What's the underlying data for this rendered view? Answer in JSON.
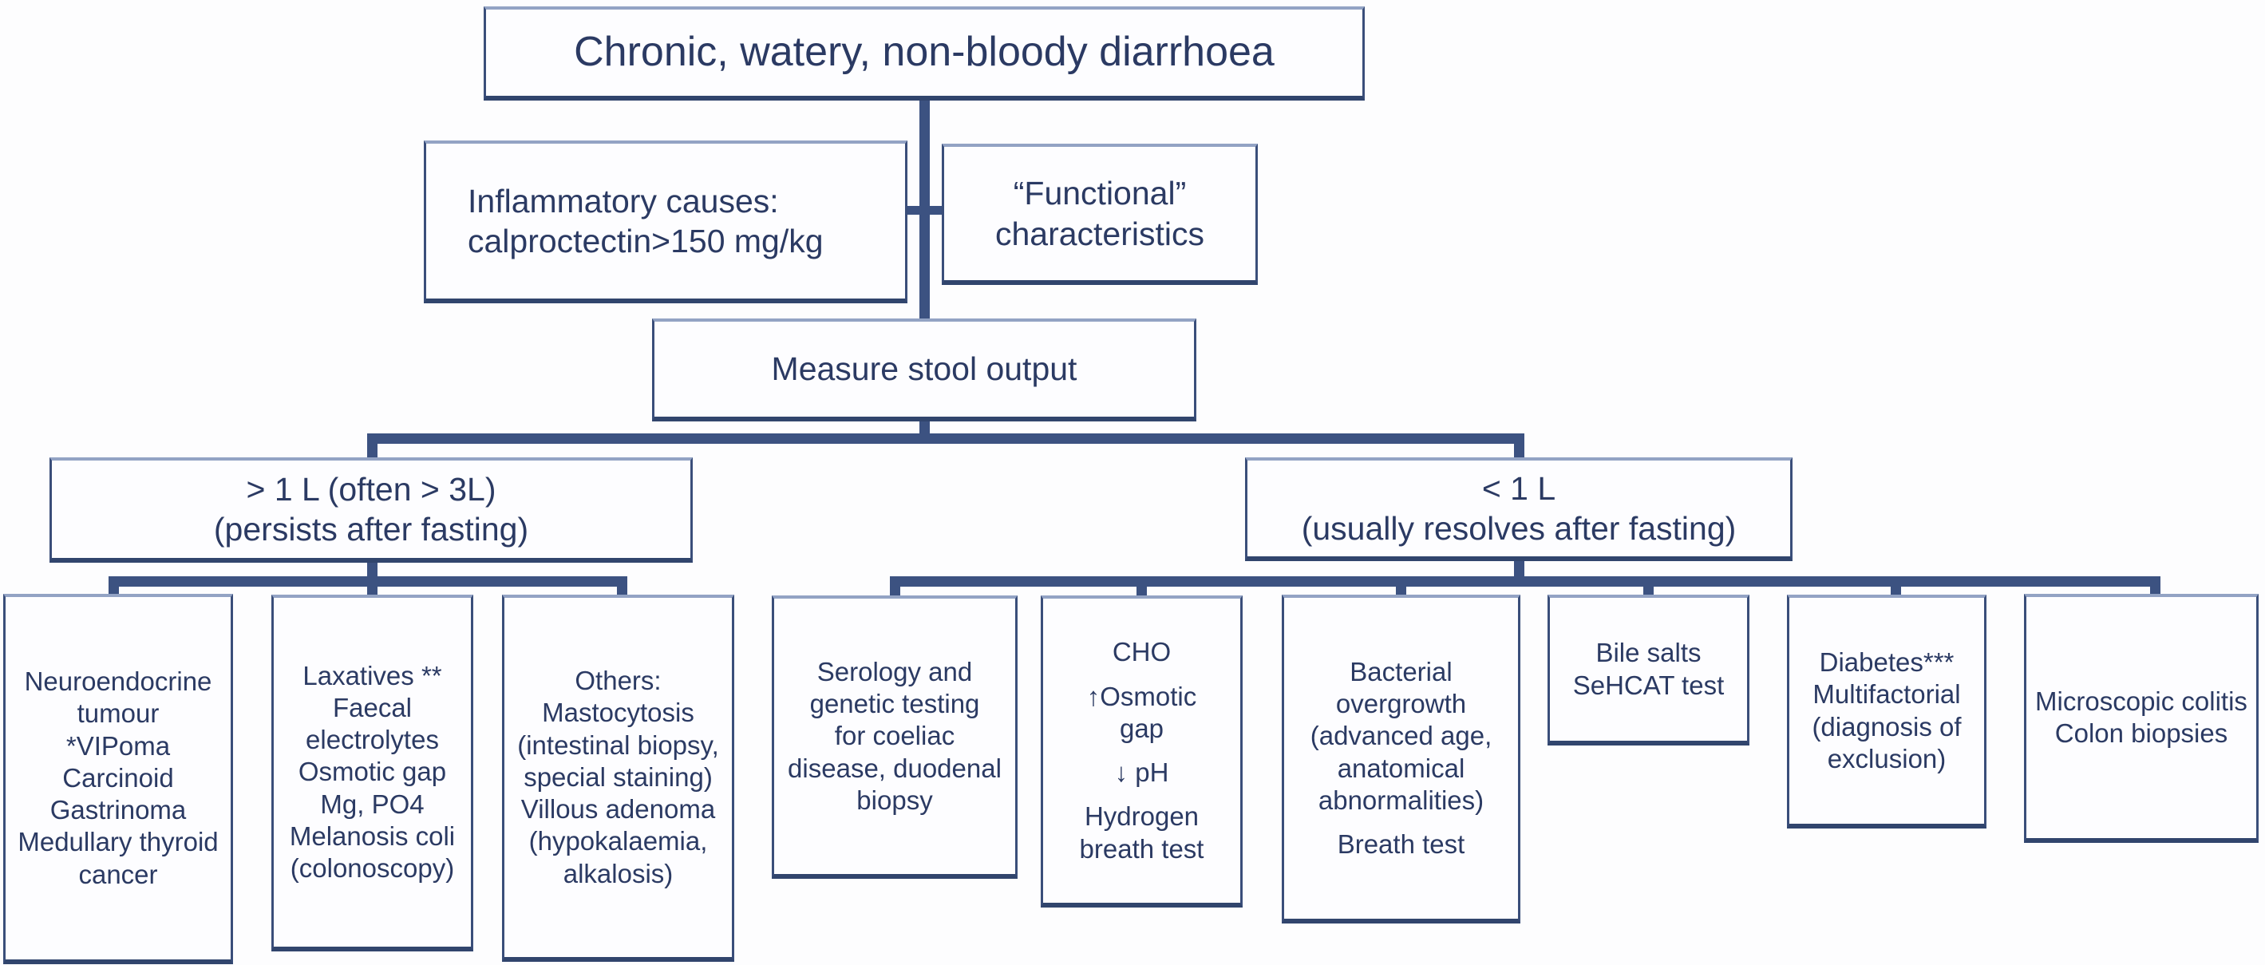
{
  "palette": {
    "line_color": "#3c5281",
    "border_color": "#3a4e7a",
    "border_highlight": "#93a3c4",
    "text_color": "#2b3a63",
    "background": "#fdfdfe"
  },
  "nodes": {
    "root": {
      "lines": [
        "Chronic, watery, non-bloody diarrhoea"
      ]
    },
    "inflammatory": {
      "lines": [
        "Inflammatory causes:",
        "calproctectin>150 mg/kg"
      ]
    },
    "functional": {
      "lines": [
        "“Functional”",
        "characteristics"
      ]
    },
    "measure": {
      "lines": [
        "Measure stool output"
      ]
    },
    "high_output": {
      "lines": [
        "> 1 L (often > 3L)",
        "(persists after fasting)"
      ]
    },
    "low_output": {
      "lines": [
        "< 1 L",
        "(usually resolves after fasting)"
      ]
    },
    "neuroendocrine": {
      "lines": [
        "Neuroendocrine",
        "tumour",
        "*VIPoma",
        "Carcinoid",
        "Gastrinoma",
        "Medullary thyroid",
        "cancer"
      ]
    },
    "laxatives": {
      "lines": [
        "Laxatives **",
        "Faecal",
        "electrolytes",
        "Osmotic gap",
        "Mg, PO4",
        "Melanosis coli",
        "(colonoscopy)"
      ]
    },
    "others": {
      "lines": [
        "Others:",
        "Mastocytosis",
        "(intestinal biopsy,",
        "special staining)",
        "Villous adenoma",
        "(hypokalaemia,",
        "alkalosis)"
      ]
    },
    "serology": {
      "lines": [
        "Serology and",
        "genetic testing",
        "for coeliac",
        "disease, duodenal",
        "biopsy"
      ]
    },
    "cho": {
      "lines": [
        "CHO",
        "",
        "↑Osmotic",
        "gap",
        "",
        "↓ pH",
        "",
        "Hydrogen",
        "breath test"
      ]
    },
    "bacterial": {
      "lines": [
        "Bacterial",
        "overgrowth",
        "(advanced age,",
        "anatomical",
        "abnormalities)",
        "",
        "Breath test"
      ]
    },
    "bile_salts": {
      "lines": [
        "Bile salts",
        "SeHCAT test"
      ]
    },
    "diabetes": {
      "lines": [
        "Diabetes***",
        "Multifactorial",
        "(diagnosis of",
        "exclusion)"
      ]
    },
    "microscopic": {
      "lines": [
        "Microscopic colitis",
        "Colon biopsies"
      ]
    }
  }
}
